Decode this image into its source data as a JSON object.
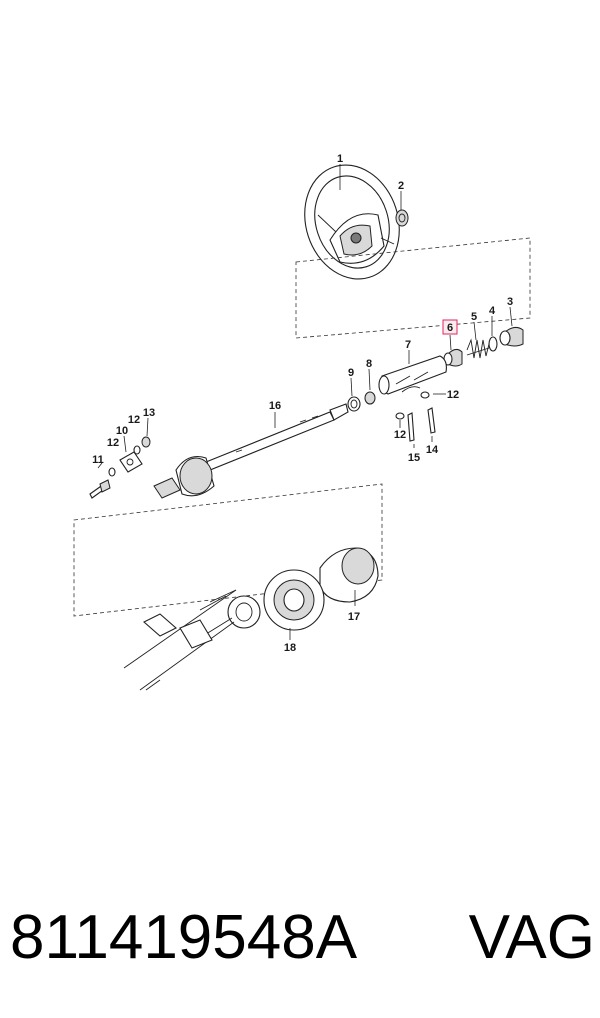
{
  "diagram": {
    "callouts": {
      "c1": "1",
      "c2": "2",
      "c3": "3",
      "c4": "4",
      "c5": "5",
      "c6": "6",
      "c7": "7",
      "c8": "8",
      "c9": "9",
      "c10": "10",
      "c11": "11",
      "c12a": "12",
      "c12b": "12",
      "c12c": "12",
      "c13": "13",
      "c14": "14",
      "c15": "15",
      "c16": "16",
      "c17": "17",
      "c18": "18"
    },
    "highlighted_callout": "6",
    "highlight_color": "#e0245e"
  },
  "caption": {
    "part_number": "811419548A",
    "brand": "VAG"
  }
}
